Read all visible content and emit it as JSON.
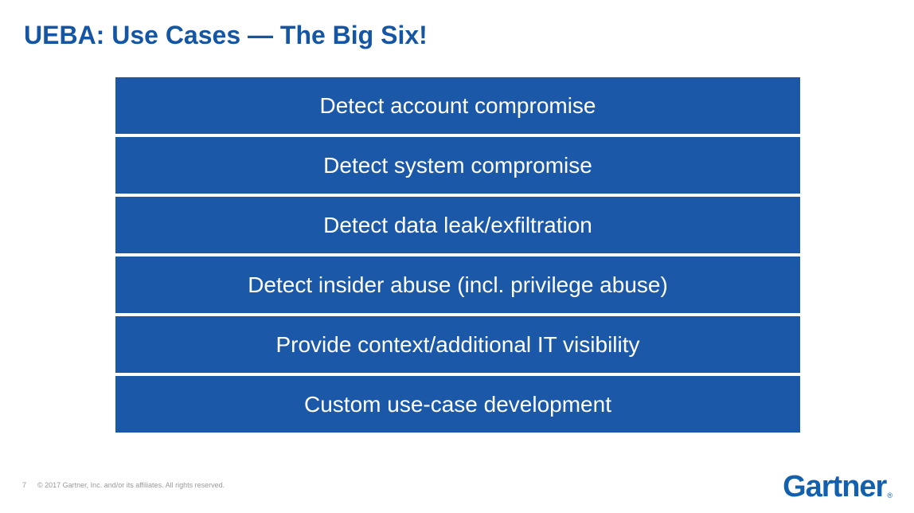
{
  "slide": {
    "title": "UEBA: Use Cases — The Big Six!",
    "bars": [
      {
        "label": "Detect account compromise"
      },
      {
        "label": "Detect system compromise"
      },
      {
        "label": "Detect data leak/exfiltration"
      },
      {
        "label": "Detect insider abuse (incl. privilege abuse)"
      },
      {
        "label": "Provide context/additional IT visibility"
      },
      {
        "label": "Custom use-case development"
      }
    ],
    "footer": {
      "page_number": "7",
      "copyright": "© 2017 Gartner, Inc. and/or its affiliates. All rights reserved.",
      "logo": "Gartner",
      "logo_registered": "®"
    },
    "colors": {
      "title_blue": "#1456a4",
      "bar_blue": "#1b58a8",
      "bar_text": "#ffffff",
      "logo_blue": "#1360ae",
      "footer_gray": "#9a9a9a"
    }
  }
}
